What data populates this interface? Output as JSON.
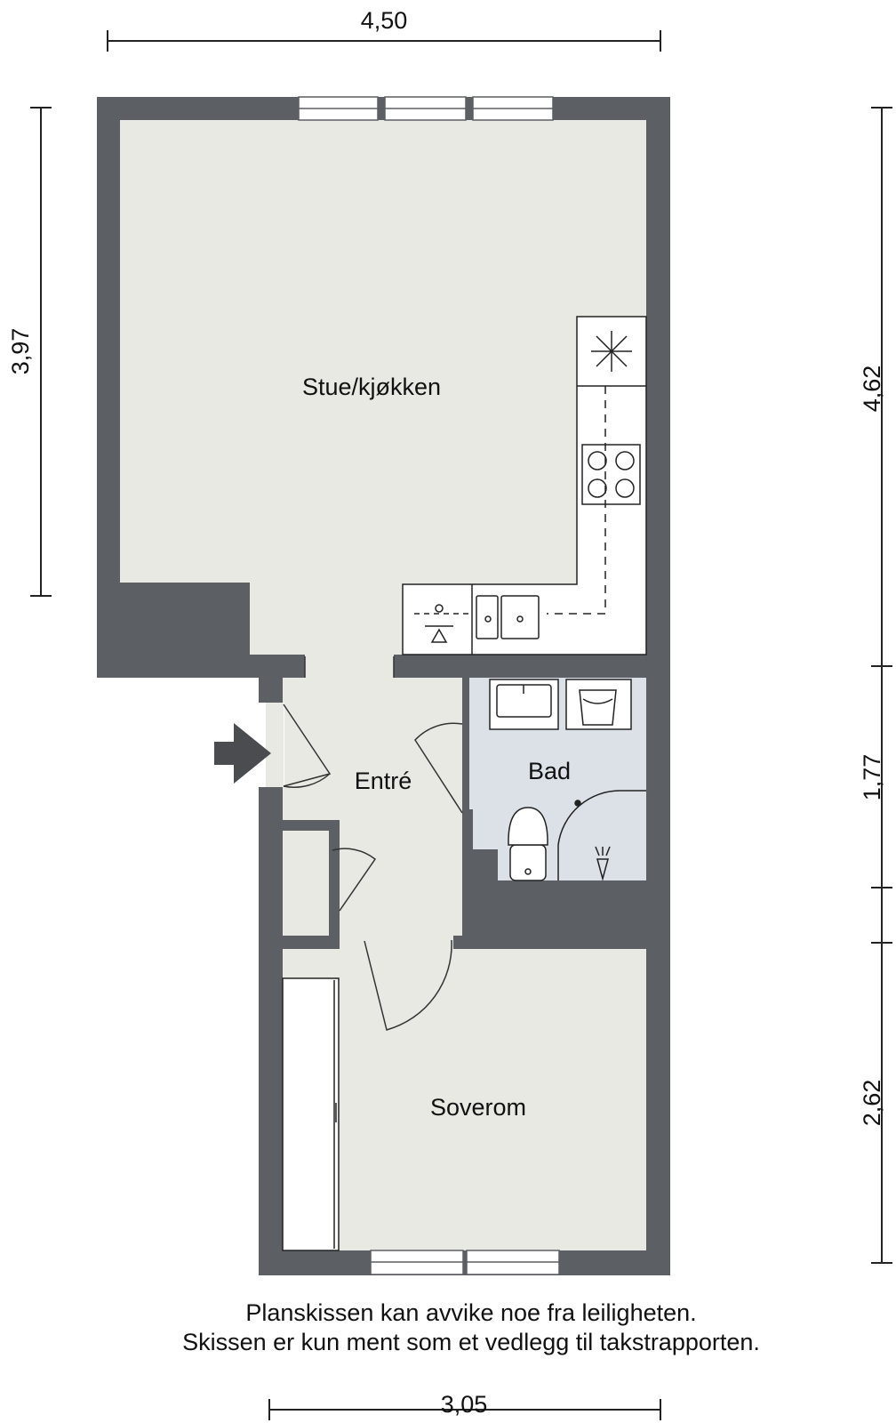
{
  "rooms": {
    "living_kitchen": "Stue/kjøkken",
    "entrance": "Entré",
    "bathroom": "Bad",
    "bedroom": "Soverom"
  },
  "dimensions": {
    "top_width": "4,50",
    "left_height": "3,97",
    "right_upper": "4,62",
    "right_middle": "1,77",
    "right_lower": "2,62",
    "bottom_width": "3,05"
  },
  "disclaimer": {
    "line1": "Planskissen kan avvike noe fra leiligheten.",
    "line2": "Skissen er kun ment som et vedlegg til takstrapporten."
  },
  "colors": {
    "wall": "#5c5f64",
    "floor": "#e8e9e2",
    "bathroom_floor": "#dce1e8",
    "fixture_line": "#222222"
  }
}
